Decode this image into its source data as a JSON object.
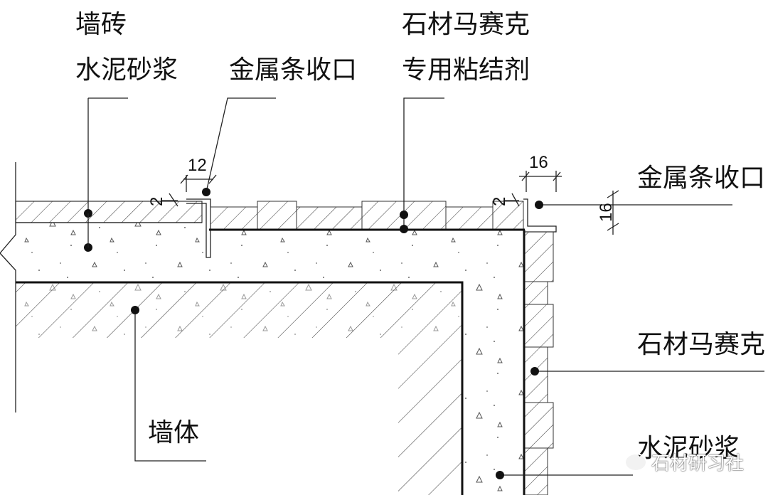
{
  "labels": {
    "tile_top": "墙砖",
    "mortar_top": "水泥砂浆",
    "metal_strip_left": "金属条收口",
    "mosaic_top": "石材马赛克",
    "adhesive_top": "专用粘结剂",
    "metal_strip_right": "金属条收口",
    "mosaic_right": "石材马赛克",
    "wall_body": "墙体",
    "mortar_right": "水泥砂浆"
  },
  "dimensions": {
    "d12": "12",
    "d2_left": "2",
    "d16_top": "16",
    "d2_right": "2",
    "d16_right": "16"
  },
  "watermark": {
    "text": "石材研习社",
    "icon": "wechat-icon"
  }
}
